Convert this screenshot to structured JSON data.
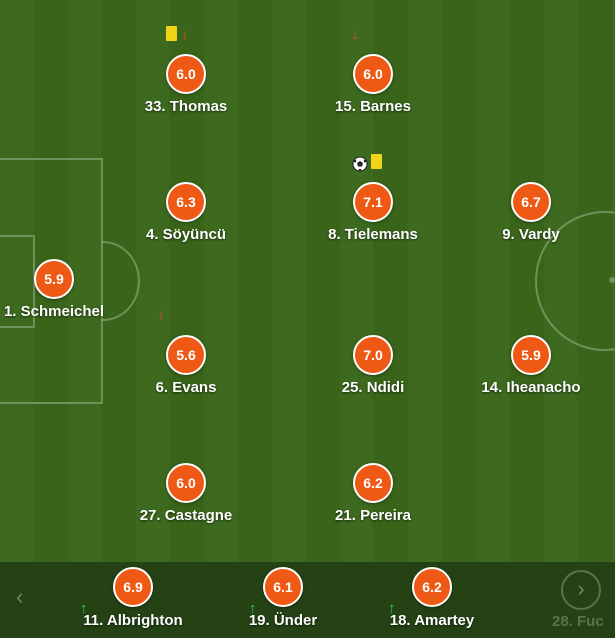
{
  "players": [
    {
      "id": "thomas",
      "num_name": "33. Thomas",
      "rating": "6.0",
      "card": "yellow",
      "sub": "out"
    },
    {
      "id": "barnes",
      "num_name": "15. Barnes",
      "rating": "6.0",
      "sub": "out"
    },
    {
      "id": "soyuncu",
      "num_name": "4. Söyüncü",
      "rating": "6.3"
    },
    {
      "id": "tielemans",
      "num_name": "8. Tielemans",
      "rating": "7.1",
      "goal": true,
      "card": "yellow"
    },
    {
      "id": "vardy",
      "num_name": "9. Vardy",
      "rating": "6.7"
    },
    {
      "id": "schmeichel",
      "num_name": "1. Schmeichel",
      "rating": "5.9"
    },
    {
      "id": "evans",
      "num_name": "6. Evans",
      "rating": "5.6",
      "sub": "out"
    },
    {
      "id": "ndidi",
      "num_name": "25. Ndidi",
      "rating": "7.0"
    },
    {
      "id": "iheanacho",
      "num_name": "14. Iheanacho",
      "rating": "5.9"
    },
    {
      "id": "castagne",
      "num_name": "27. Castagne",
      "rating": "6.0"
    },
    {
      "id": "pereira",
      "num_name": "21. Pereira",
      "rating": "6.2"
    }
  ],
  "bench": [
    {
      "id": "albrighton",
      "num_name": "11. Albrighton",
      "rating": "6.9",
      "sub": "in"
    },
    {
      "id": "under",
      "num_name": "19. Ünder",
      "rating": "6.1",
      "sub": "in"
    },
    {
      "id": "amartey",
      "num_name": "18. Amartey",
      "rating": "6.2",
      "sub": "in"
    },
    {
      "id": "fuchs",
      "num_name": "28. Fuc"
    }
  ],
  "nav": {
    "prev": "‹",
    "next": "›"
  },
  "colors": {
    "rating": "#ee5a15",
    "card": "#f2d417",
    "sub_out": "#e04a2a",
    "sub_in": "#2ecc40",
    "bench_bg": "#244214"
  }
}
